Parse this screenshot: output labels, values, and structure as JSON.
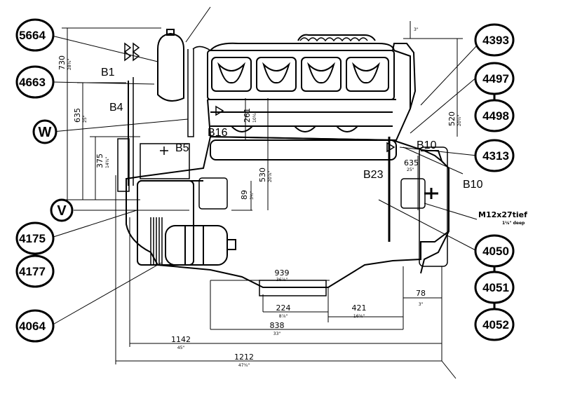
{
  "callouts": {
    "c5664": "5664",
    "c4663": "4663",
    "c4393": "4393",
    "c4497": "4497",
    "c4498": "4498",
    "c4313": "4313",
    "c4175": "4175",
    "c4177": "4177",
    "c4050": "4050",
    "c4051": "4051",
    "c4052": "4052",
    "c4064": "4064",
    "W": "W",
    "V": "V"
  },
  "labels": {
    "B1": "B1",
    "B4": "B4",
    "B5": "B5",
    "B10_upper": "B10",
    "B10_lower": "B10",
    "B16": "B16",
    "B23": "B23",
    "thread_note": "M12x27tief",
    "thread_note_sub": "1⅛\" deep"
  },
  "dimensions": {
    "d730": {
      "value": "730",
      "sub": "28¾\""
    },
    "d635_left": {
      "value": "635",
      "sub": "25\""
    },
    "d375": {
      "value": "375",
      "sub": "14¾\""
    },
    "d261": {
      "value": "261",
      "sub": "10¼\""
    },
    "d530": {
      "value": "530",
      "sub": "20⅞\""
    },
    "d89": {
      "value": "89",
      "sub": "3½\""
    },
    "d520": {
      "value": "520",
      "sub": "20½\""
    },
    "d635_right": {
      "value": "635",
      "sub": "25\""
    },
    "d939": {
      "value": "939",
      "sub": "36⅞\""
    },
    "d224": {
      "value": "224",
      "sub": "8⅞\""
    },
    "d421": {
      "value": "421",
      "sub": "16⅝\""
    },
    "d838": {
      "value": "838",
      "sub": "33\""
    },
    "d78": {
      "value": "78",
      "sub": "3\""
    },
    "d1142": {
      "value": "1142",
      "sub": "45\""
    },
    "d1212": {
      "value": "1212",
      "sub": "47¾\""
    },
    "d_top": {
      "value": "",
      "sub": "3\""
    }
  }
}
